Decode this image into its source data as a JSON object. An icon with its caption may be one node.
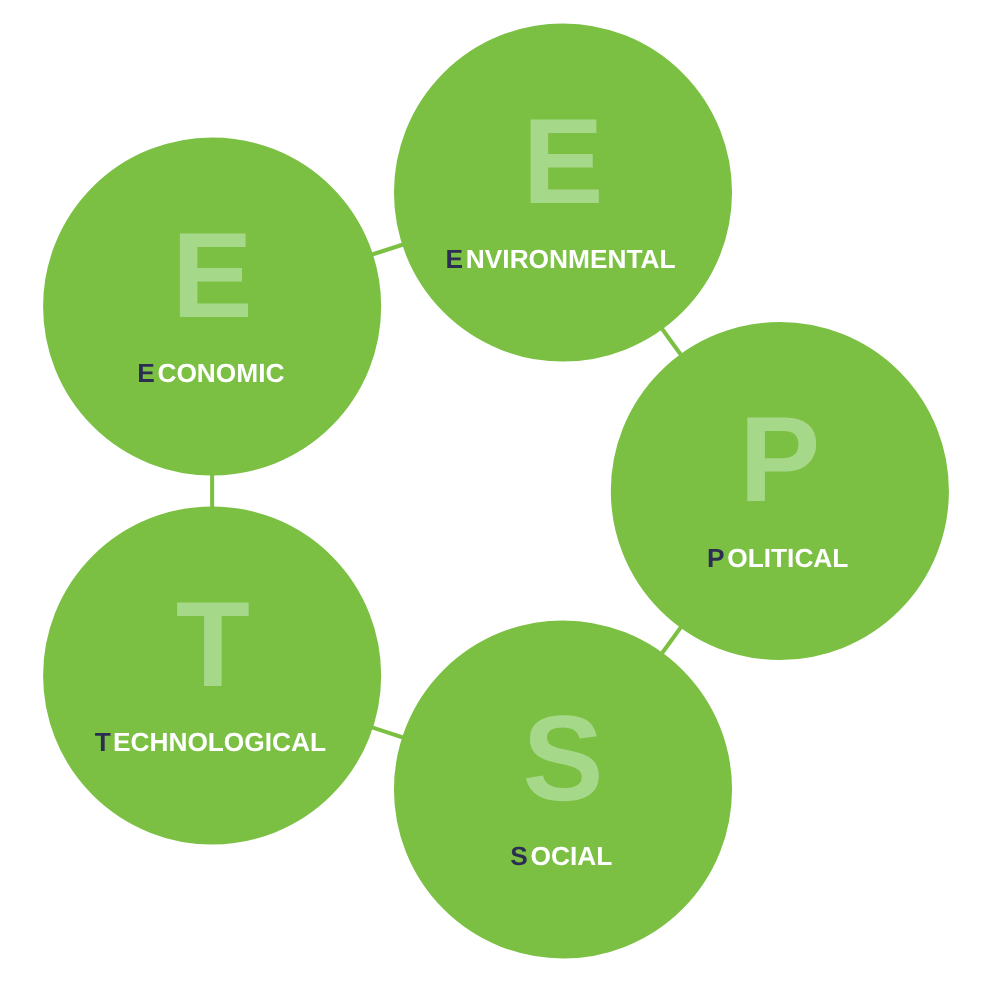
{
  "diagram": {
    "nodes": [
      {
        "text": [
          "S",
          "SOCIAL"
        ]
      },
      {
        "text": [
          "T",
          "TECHNOLOGICAL"
        ]
      },
      {
        "text": [
          "E",
          "ECONOMIC"
        ]
      },
      {
        "text": [
          "E",
          "ENVIRONMENTAL"
        ]
      },
      {
        "text": [
          "P",
          "POLITICAL"
        ]
      }
    ],
    "edges": [
      {
        "from": 0,
        "to": 1,
        "arrow": "none"
      },
      {
        "from": 1,
        "to": 2,
        "arrow": "none"
      },
      {
        "from": 2,
        "to": 3,
        "arrow": "none"
      },
      {
        "from": 3,
        "to": 4,
        "arrow": "none"
      },
      {
        "from": 4,
        "to": 0,
        "arrow": "none"
      }
    ]
  }
}
